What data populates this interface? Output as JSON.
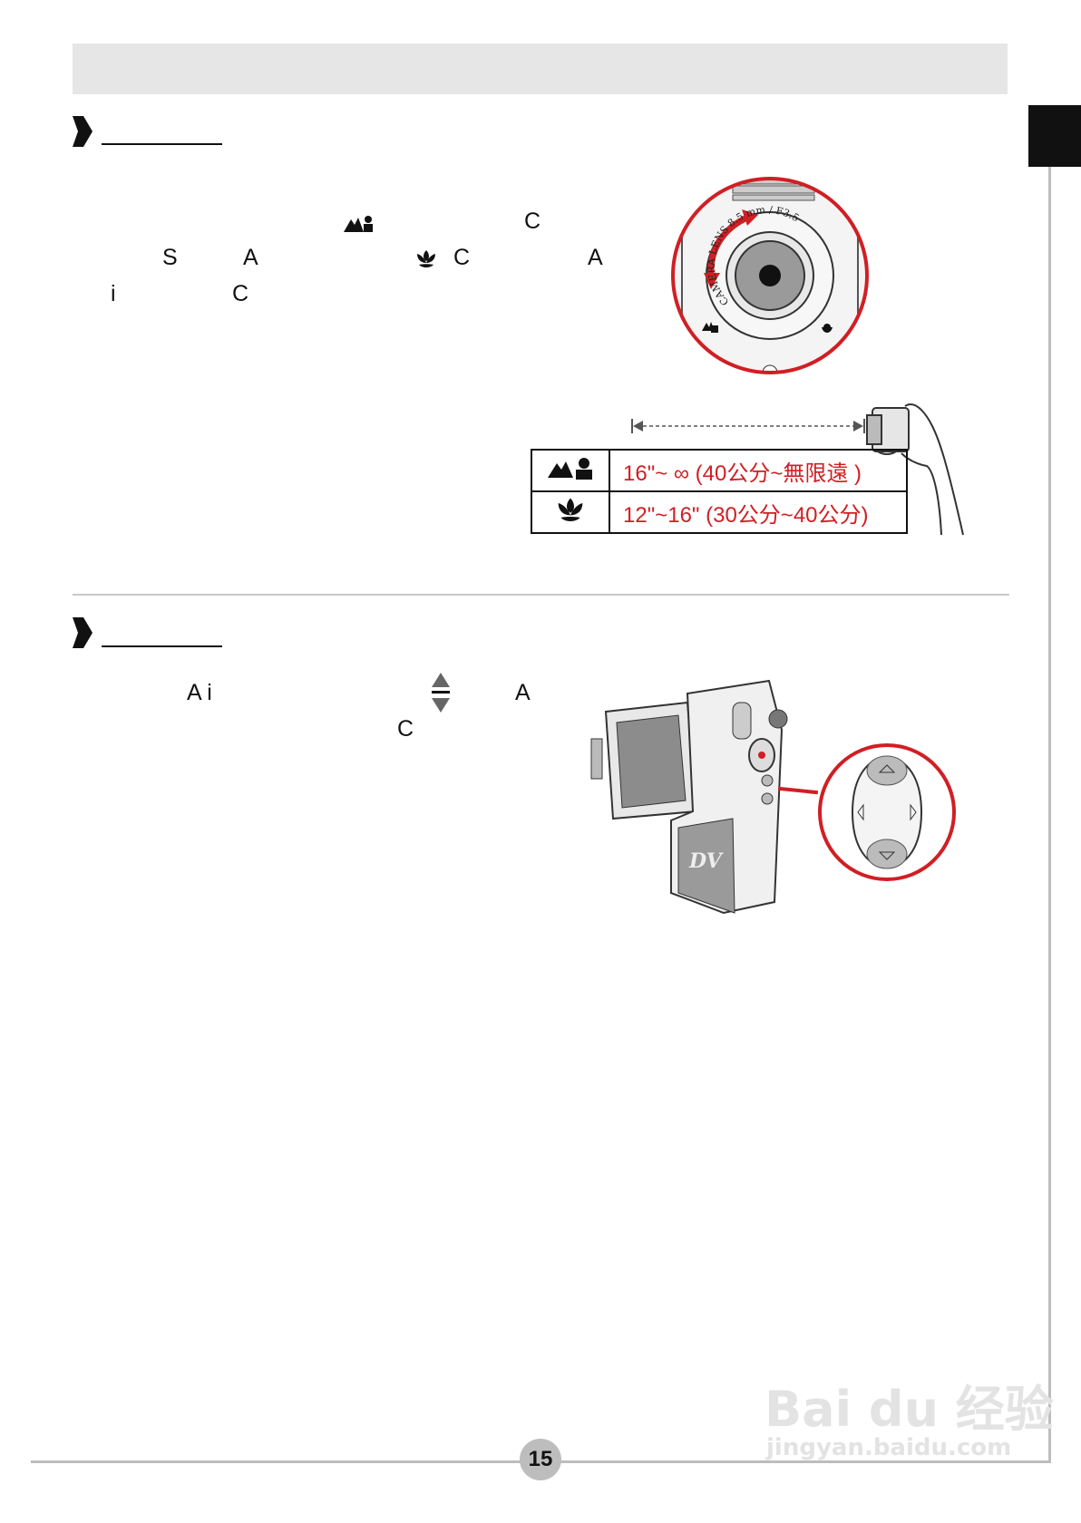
{
  "icons": {
    "landscape_portrait": "landscape-portrait-icon",
    "macro": "macro-flower-icon",
    "up_down": "up-down-arrows-icon"
  },
  "section1": {
    "line1_c": "C",
    "line2_s": "S",
    "line2_a1": "A",
    "line2_c": "C",
    "line2_a2": "A",
    "line3_i": "i",
    "line3_c": "C"
  },
  "lens_figure": {
    "lens_text": "CAMERA LENS 8.5 mm / F3.5"
  },
  "focus_table": {
    "rows": [
      {
        "icon": "landscape-portrait-icon",
        "range": "16\"~ ∞ (40公分~無限遠 )"
      },
      {
        "icon": "macro-flower-icon",
        "range": "12\"~16\" (30公分~40公分)"
      }
    ]
  },
  "section2": {
    "line1_a1": "A i",
    "line1_a2": "A",
    "line2_c": "C"
  },
  "camcorder_figure": {
    "logo": "DV"
  },
  "page_number": "15",
  "watermark": {
    "brand": "Bai du 经验",
    "url": "jingyan.baidu.com"
  },
  "colors": {
    "accent_red": "#d01f24",
    "header_gray": "#e6e6e6",
    "tab_black": "#111111"
  }
}
